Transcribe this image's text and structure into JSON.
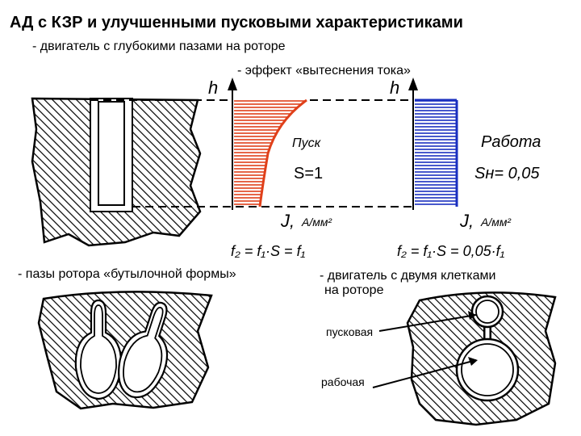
{
  "title": "АД с КЗР и улучшенными пусковыми характеристиками",
  "subtitle_deep_slots": "- двигатель с глубокими пазами на роторе",
  "effect_label": "- эффект «вытеснения тока»",
  "height_label_left": "h",
  "height_label_right": "h",
  "start_label": "Пуск",
  "work_label": "Работа",
  "s_start": "S=1",
  "s_nominal": "Sн= 0,05",
  "current_density_left": "J,",
  "current_density_unit_left": "А/мм²",
  "current_density_right": "J,",
  "current_density_unit_right": "А/мм²",
  "formula_start": "f₂ = f₁·S = f₁",
  "formula_work": "f₂ = f₁·S = 0,05·f₁",
  "bottle_slots_label": "- пазы ротора «бутылочной формы»",
  "double_cage_label_line1": "- двигатель с двумя клетками",
  "double_cage_label_line2": "на роторе",
  "starting_cage_label": "пусковая",
  "working_cage_label": "рабочая",
  "colors": {
    "start_fill": "#e0401a",
    "work_fill": "#1a2fbf",
    "hatch": "#000000"
  }
}
